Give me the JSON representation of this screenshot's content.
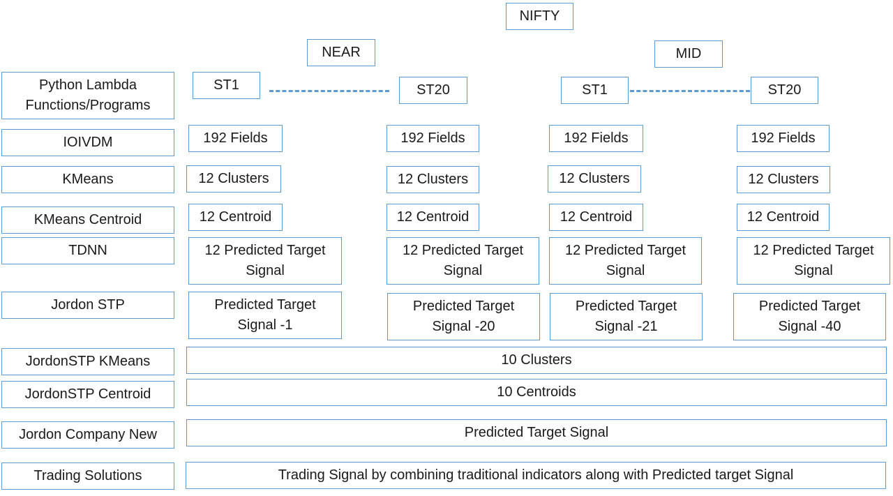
{
  "top": {
    "root": "NIFTY",
    "near": "NEAR",
    "mid": "MID"
  },
  "row_labels": [
    "Python Lambda\nFunctions/Programs",
    "IOIVDM",
    "KMeans",
    "KMeans Centroid",
    "TDNN",
    "Jordon STP",
    "JordonSTP KMeans",
    "JordonSTP Centroid",
    "Jordon Company New",
    "Trading Solutions"
  ],
  "st": {
    "near_st1": "ST1",
    "near_st20": "ST20",
    "mid_st1": "ST1",
    "mid_st20": "ST20"
  },
  "fields": [
    "192 Fields",
    "192 Fields",
    "192 Fields",
    "192 Fields"
  ],
  "clusters": [
    "12 Clusters",
    "12 Clusters",
    "12 Clusters",
    "12 Clusters"
  ],
  "centroids": [
    "12 Centroid",
    "12 Centroid",
    "12 Centroid",
    "12 Centroid"
  ],
  "tdnn": [
    "12 Predicted Target\nSignal",
    "12 Predicted Target\nSignal",
    "12 Predicted Target\nSignal",
    "12 Predicted Target\nSignal"
  ],
  "jordon": [
    "Predicted Target\nSignal -1",
    "Predicted Target\nSignal -20",
    "Predicted Target\nSignal -21",
    "Predicted Target\nSignal -40"
  ],
  "wide": {
    "clusters": "10 Clusters",
    "centroids": "10 Centroids",
    "predicted": "Predicted Target Signal",
    "trading": "Trading Signal by combining traditional indicators along with Predicted target Signal"
  }
}
